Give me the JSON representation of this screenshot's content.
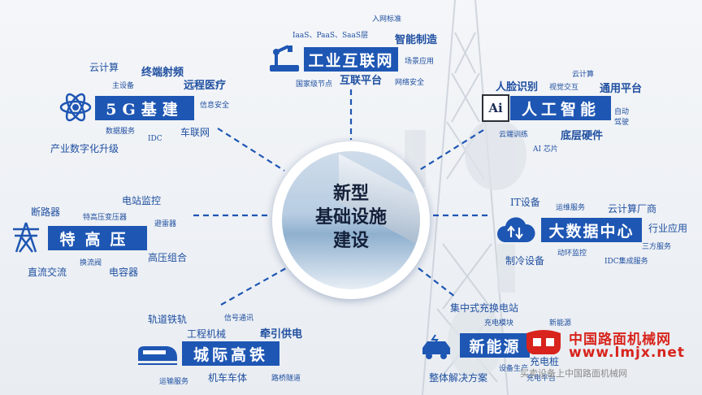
{
  "center": {
    "lines": [
      "新型",
      "基础设施",
      "建设"
    ]
  },
  "hubs": {
    "industrial_internet": {
      "title": "工业互联网",
      "tags": [
        "入网标准",
        "IaaS、PaaS、SaaS层",
        "智能制造",
        "场景应用",
        "国家级节点",
        "互联平台",
        "网络安全"
      ]
    },
    "fiveg": {
      "title": "5G基建",
      "tags": [
        "云计算",
        "终端射频",
        "主设备",
        "远程医疗",
        "信息安全",
        "数据服务",
        "车联网",
        "IDC",
        "产业数字化升级"
      ]
    },
    "ai": {
      "title": "人工智能",
      "tags": [
        "云计算",
        "人脸识别",
        "视觉交互",
        "通用平台",
        "自动",
        "驾驶",
        "云端训练",
        "底层硬件",
        "AI 芯片"
      ]
    },
    "uhv": {
      "title": "特高压",
      "tags": [
        "断路器",
        "电站监控",
        "特高压变压器",
        "避雷器",
        "换流阀",
        "高压组合",
        "直流交流",
        "电容器"
      ]
    },
    "big_data": {
      "title": "大数据中心",
      "tags": [
        "IT设备",
        "运维服务",
        "云计算厂商",
        "行业应用",
        "三方服务",
        "动环监控",
        "制冷设备",
        "IDC集成服务"
      ]
    },
    "intercity_rail": {
      "title": "城际高铁",
      "tags": [
        "轨道铁轨",
        "信号通讯",
        "工程机械",
        "牵引供电",
        "运输服务",
        "机车车体",
        "路桥隧道"
      ]
    },
    "new_energy": {
      "title": "新能源",
      "tags": [
        "集中式充换电站",
        "充电模块",
        "新能源",
        "充电桩",
        "设备生产",
        "充电平台",
        "整体解决方案"
      ]
    }
  },
  "watermark": {
    "line1": "中国路面机械网",
    "line2": "www.lmjx.net",
    "line3": "买卖设备上中国路面机械网"
  },
  "colors": {
    "accent": "#1e56b3",
    "label": "#1f4fa0",
    "watermark": "#d8241c"
  }
}
